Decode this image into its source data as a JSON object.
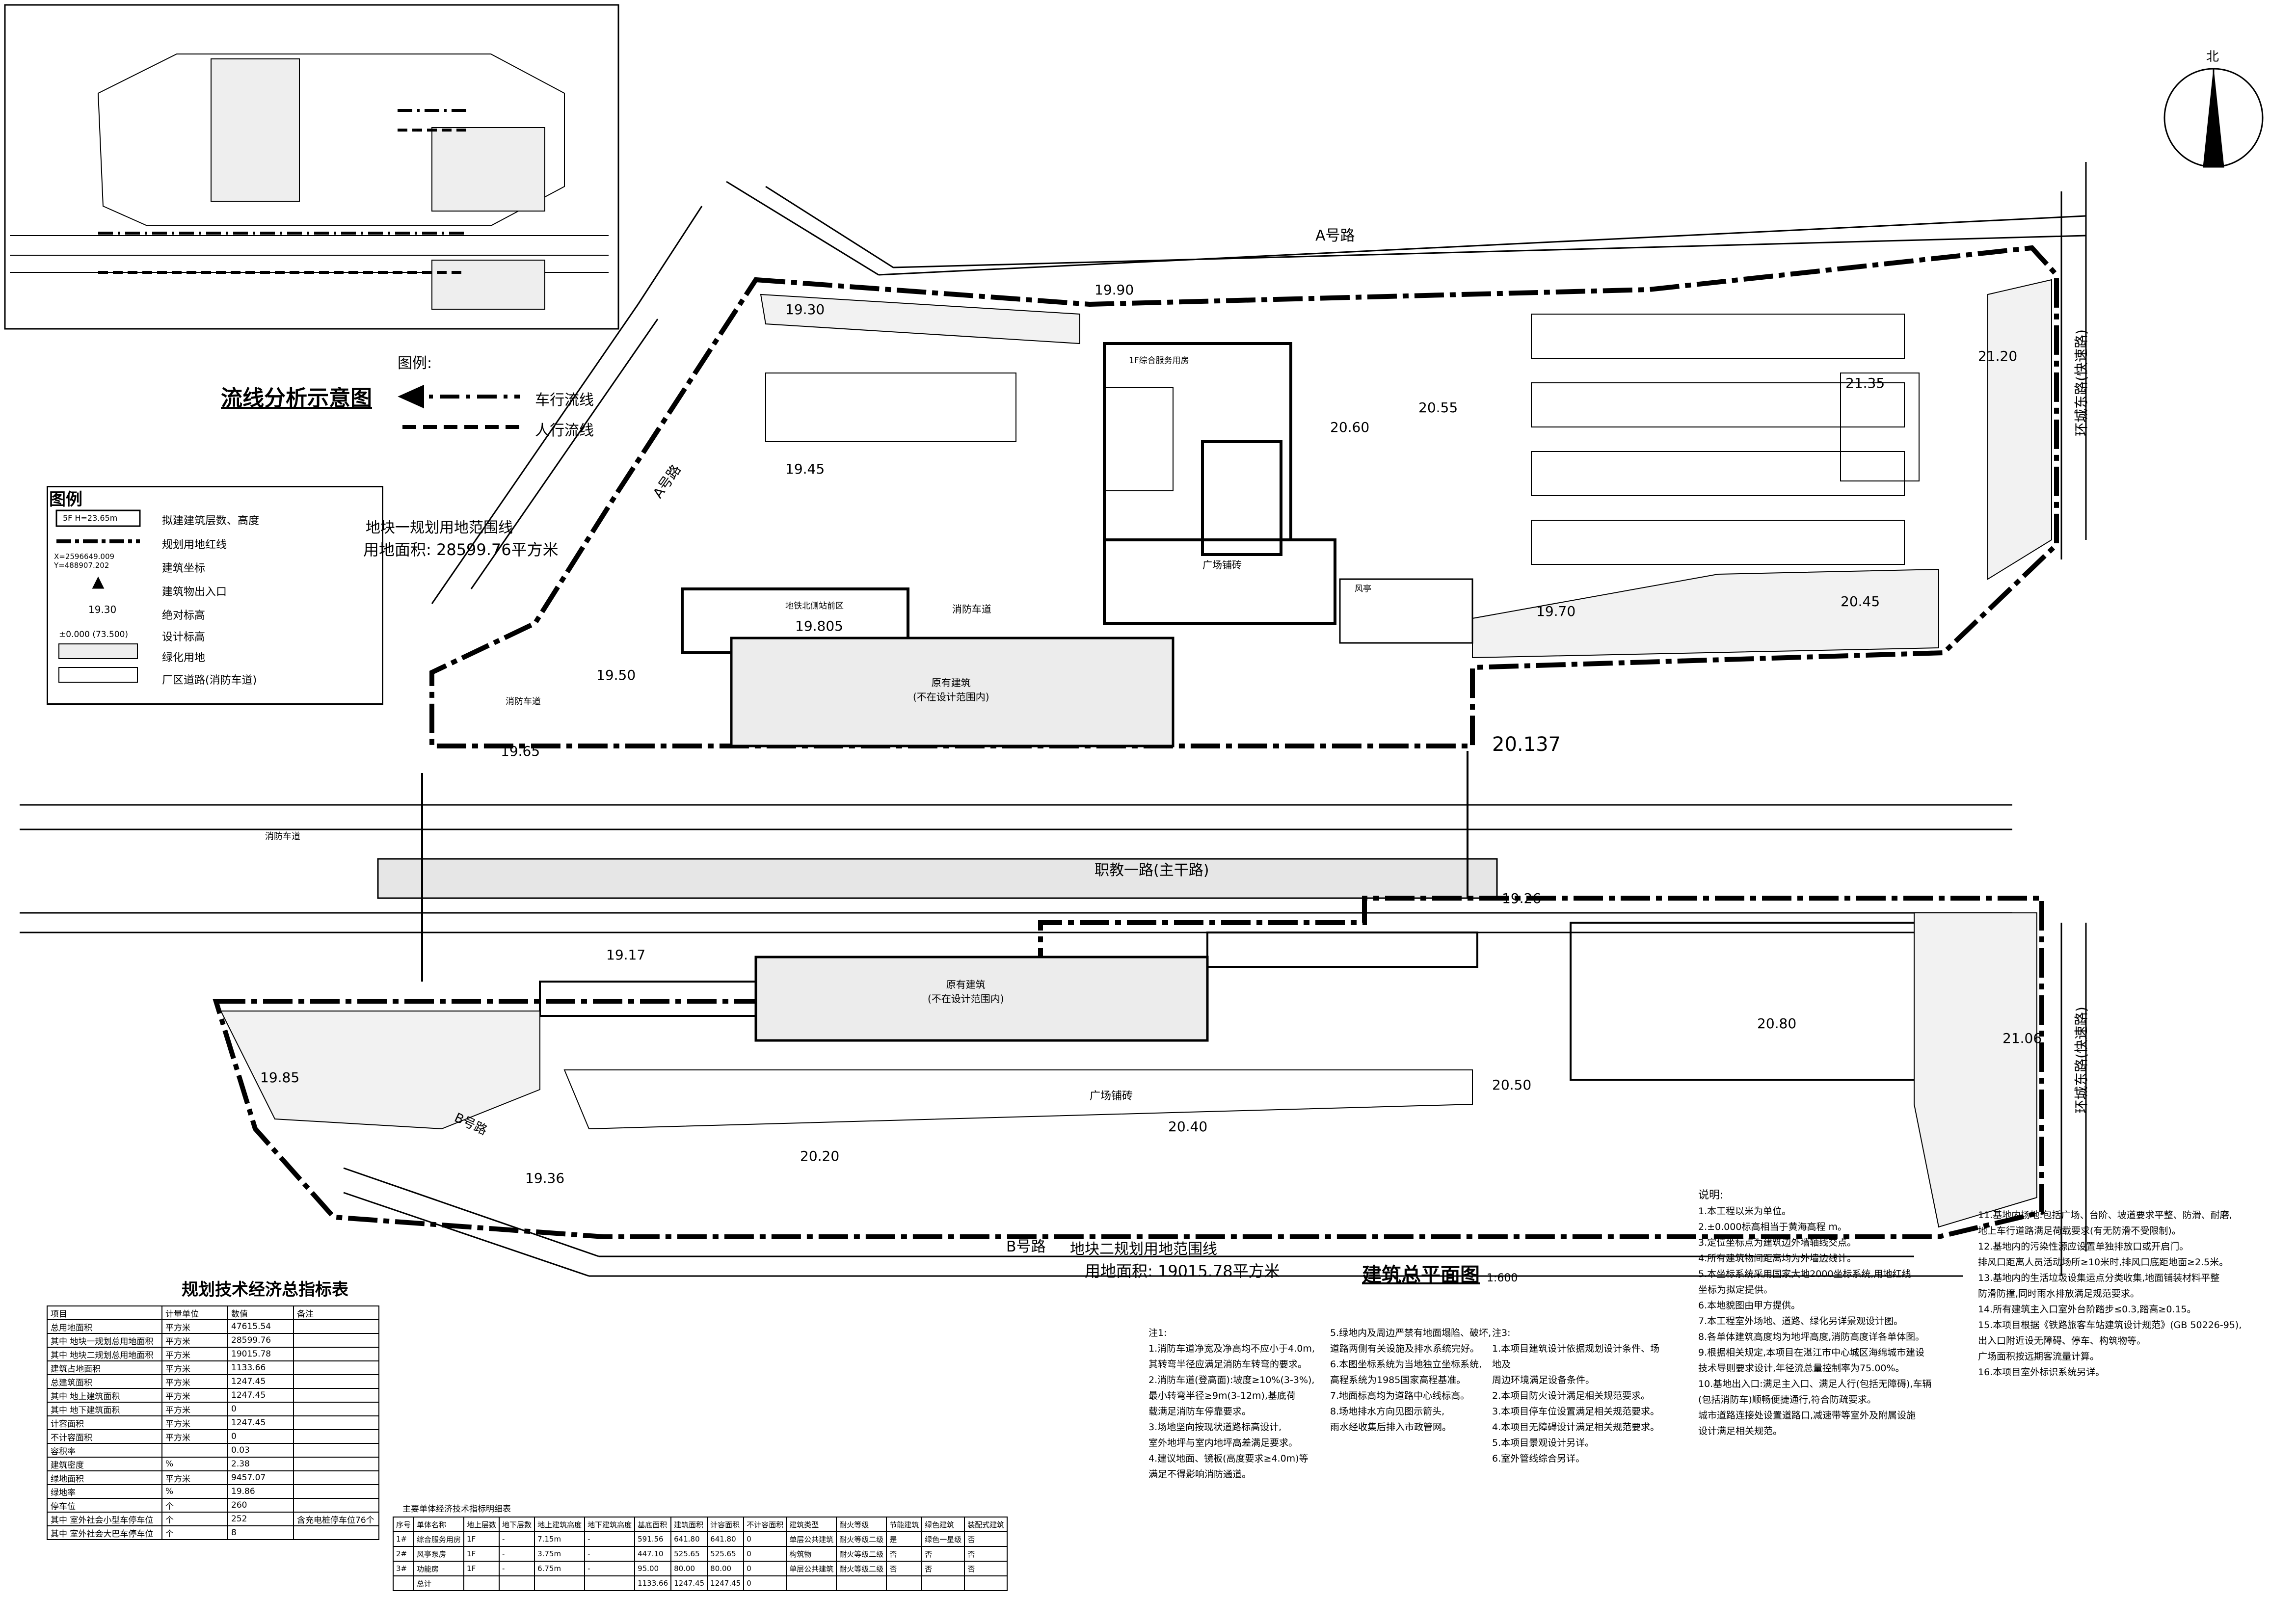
{
  "inset": {
    "title": "流线分析示意图",
    "legend_title": "图例:",
    "vehicle_flow": "车行流线",
    "pedestrian_flow": "人行流线"
  },
  "legend": {
    "title": "图例",
    "items": [
      {
        "symbol": "5F H=23.65m",
        "text": "拟建建筑层数、高度"
      },
      {
        "symbol": "",
        "text": "规划用地红线"
      },
      {
        "symbol": "X=2596649.009 Y=488907.202",
        "text": "建筑坐标"
      },
      {
        "symbol": "",
        "text": "建筑物出入口"
      },
      {
        "symbol": "19.30",
        "text": "绝对标高"
      },
      {
        "symbol": "±0.000 (73.500)",
        "text": "设计标高"
      },
      {
        "symbol": "",
        "text": "绿化用地"
      },
      {
        "symbol": "",
        "text": "厂区道路(消防车道)"
      }
    ]
  },
  "plan": {
    "road_a": "A号路",
    "road_b": "B号路",
    "main_road": "职教一路(主干路)",
    "east_road": "环城东路(快速路)",
    "north": "北",
    "site1_boundary": "地块一规划用地范围线",
    "site1_area": "用地面积: 28599.76平方米",
    "site2_boundary": "地块二规划用地范围线",
    "site2_area": "用地面积: 19015.78平方米",
    "drawing_title": "建筑总平面图",
    "scale": "1:600",
    "existing_building": "原有建筑",
    "existing_note": "(不在设计范围内)",
    "plaza": "广场铺砖",
    "fire_lane": "消防车道",
    "building1": "1F综合服务用房",
    "building2": "风亭",
    "building3": "地铁北侧站前区",
    "elevations": [
      "19.30",
      "19.45",
      "19.90",
      "20.60",
      "20.55",
      "21.20",
      "21.35",
      "19.70",
      "20.45",
      "19.65",
      "19.50",
      "20.137",
      "19.26",
      "19.17",
      "19.85",
      "20.50",
      "20.80",
      "21.06",
      "20.40",
      "20.20",
      "19.36",
      "19.805"
    ]
  },
  "eco_table": {
    "title": "规划技术经济总指标表",
    "headers": [
      "项目",
      "计量单位",
      "数值",
      "备注"
    ],
    "rows": [
      [
        "总用地面积",
        "平方米",
        "47615.54",
        ""
      ],
      [
        "其中 地块一规划总用地面积",
        "平方米",
        "28599.76",
        ""
      ],
      [
        "其中 地块二规划总用地面积",
        "平方米",
        "19015.78",
        ""
      ],
      [
        "建筑占地面积",
        "平方米",
        "1133.66",
        ""
      ],
      [
        "总建筑面积",
        "平方米",
        "1247.45",
        ""
      ],
      [
        "其中 地上建筑面积",
        "平方米",
        "1247.45",
        ""
      ],
      [
        "其中 地下建筑面积",
        "平方米",
        "0",
        ""
      ],
      [
        "计容面积",
        "平方米",
        "1247.45",
        ""
      ],
      [
        "不计容面积",
        "平方米",
        "0",
        ""
      ],
      [
        "容积率",
        "",
        "0.03",
        ""
      ],
      [
        "建筑密度",
        "%",
        "2.38",
        ""
      ],
      [
        "绿地面积",
        "平方米",
        "9457.07",
        ""
      ],
      [
        "绿地率",
        "%",
        "19.86",
        ""
      ],
      [
        "停车位",
        "个",
        "260",
        ""
      ],
      [
        "其中 室外社会小型车停车位",
        "个",
        "252",
        "含充电桩停车位76个"
      ],
      [
        "其中 室外社会大巴车停车位",
        "个",
        "8",
        ""
      ]
    ]
  },
  "mini_table": {
    "title": "主要单体经济技术指标明细表",
    "headers": [
      "序号",
      "单体名称",
      "地上层数",
      "地下层数",
      "地上建筑高度",
      "地下建筑高度",
      "基底面积",
      "建筑面积",
      "计容面积",
      "不计容面积",
      "建筑类型",
      "耐火等级",
      "节能建筑",
      "绿色建筑",
      "装配式建筑"
    ],
    "rows": [
      [
        "1#",
        "综合服务用房",
        "1F",
        "-",
        "7.15m",
        "-",
        "591.56",
        "641.80",
        "641.80",
        "0",
        "单层公共建筑",
        "耐火等级二级",
        "是",
        "绿色一星级",
        "否"
      ],
      [
        "2#",
        "风亭泵房",
        "1F",
        "-",
        "3.75m",
        "-",
        "447.10",
        "525.65",
        "525.65",
        "0",
        "构筑物",
        "耐火等级二级",
        "否",
        "否",
        "否"
      ],
      [
        "3#",
        "功能房",
        "1F",
        "-",
        "6.75m",
        "-",
        "95.00",
        "80.00",
        "80.00",
        "0",
        "单层公共建筑",
        "耐火等级二级",
        "否",
        "否",
        "否"
      ],
      [
        "",
        "总计",
        "",
        "",
        "",
        "",
        "1133.66",
        "1247.45",
        "1247.45",
        "0",
        "",
        "",
        "",
        "",
        ""
      ]
    ]
  },
  "notes_a": {
    "label": "注1:",
    "lines": [
      "1.消防车道净宽及净高均不应小于4.0m,",
      "其转弯半径应满足消防车转弯的要求。",
      "2.消防车道(登高面):坡度≥10%(3-3%),",
      "最小转弯半径≥9m(3-12m),基底荷",
      "载满足消防车停靠要求。",
      "3.场地坚向按现状道路标高设计,",
      "室外地坪与室内地坪高差满足要求。",
      "4.建议地面、镜板(高度要求≥4.0m)等",
      "满足不得影响消防通道。"
    ]
  },
  "notes_b": {
    "lines": [
      "5.绿地内及周边严禁有地面塌陷、破坏,",
      "道路两侧有关设施及排水系统完好。",
      "6.本图坐标系统为当地独立坐标系统,",
      "高程系统为1985国家高程基准。",
      "7.地面标高均为道路中心线标高。",
      "8.场地排水方向见图示箭头,",
      "雨水经收集后排入市政管网。"
    ]
  },
  "notes_c": {
    "label": "注3:",
    "lines": [
      "1.本项目建筑设计依据规划设计条件、场地及",
      "周边环境满足设备条件。",
      "2.本项目防火设计满足相关规范要求。",
      "3.本项目停车位设置满足相关规范要求。",
      "4.本项目无障碍设计满足相关规范要求。",
      "5.本项目景观设计另详。",
      "6.室外管线综合另详。"
    ]
  },
  "notes_d": {
    "title": "说明:",
    "lines": [
      "1.本工程以米为单位。",
      "2.±0.000标高相当于黄海高程      m。",
      "3.定位坐标点为建筑边外墙轴线交点。",
      "4.所有建筑物间距离均为外墙边线计。",
      "5.本坐标系统采用国家大地2000坐标系统,用地红线",
      "  坐标为拟定提供。",
      "6.本地貌图由甲方提供。",
      "7.本工程室外场地、道路、绿化另详景观设计图。",
      "8.各单体建筑高度均为地坪高度,消防高度详各单体图。",
      "9.根据相关规定,本项目在湛江市中心城区海绵城市建设",
      "  技术导则要求设计,年径流总量控制率为75.00%。",
      "10.基地出入口:满足主入口、满足人行(包括无障碍),车辆",
      "  (包括消防车)顺畅便捷通行,符合防疏要求。",
      "  城市道路连接处设置道路口,减速带等室外及附属设施",
      "  设计满足相关规范。"
    ]
  },
  "notes_e": {
    "lines": [
      "11.基地内场地:包括广场、台阶、坡道要求平整、防滑、耐磨,",
      "   地上车行道路满足荷载要求(有无防滑不受限制)。",
      "12.基地内的污染性源应设置单独排放口或开启门。",
      "   排风口距离人员活动场所≥10米时,排风口底距地面≥2.5米。",
      "13.基地内的生活垃圾设集运点分类收集,地面铺装材料平整",
      "   防滑防撞,同时雨水排放满足规范要求。",
      "14.所有建筑主入口室外台阶踏步≤0.3,踏高≥0.15。",
      "15.本项目根据《铁路旅客车站建筑设计规范》(GB 50226-95),",
      "   出入口附近设无障碍、停车、构筑物等。",
      "   广场面积按远期客流量计算。",
      "16.本项目室外标识系统另详。"
    ]
  }
}
